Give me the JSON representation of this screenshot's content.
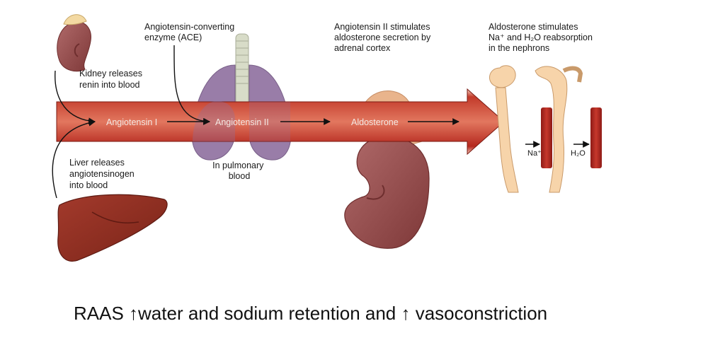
{
  "labels": {
    "kidney": [
      "Kidney releases",
      "renin into blood"
    ],
    "liver": [
      "Liver releases",
      "angiotensinogen",
      "into blood"
    ],
    "ace": [
      "Angiotensin-converting",
      "enzyme (ACE)"
    ],
    "lungs": [
      "In pulmonary",
      "blood"
    ],
    "adrenal": [
      "Angiotensin II stimulates",
      "aldosterone secretion by",
      "adrenal cortex"
    ],
    "nephron": [
      "Aldosterone stimulates",
      "Na⁺ and H₂O reabsorption",
      "in the nephrons"
    ]
  },
  "flow": {
    "angiotensin1": "Angiotensin I",
    "angiotensin2": "Angiotensin II",
    "aldosterone": "Aldosterone"
  },
  "ions": {
    "sodium": "Na⁺",
    "water": "H₂O"
  },
  "caption": "RAAS ↑water and sodium retention and ↑ vasoconstriction",
  "colors": {
    "vessel": "#b5281e",
    "vessel_highlight": "#e47a5e",
    "organ": "#9c4a4a",
    "lung": "#8a6a9c",
    "nephron": "#f4c89a"
  }
}
